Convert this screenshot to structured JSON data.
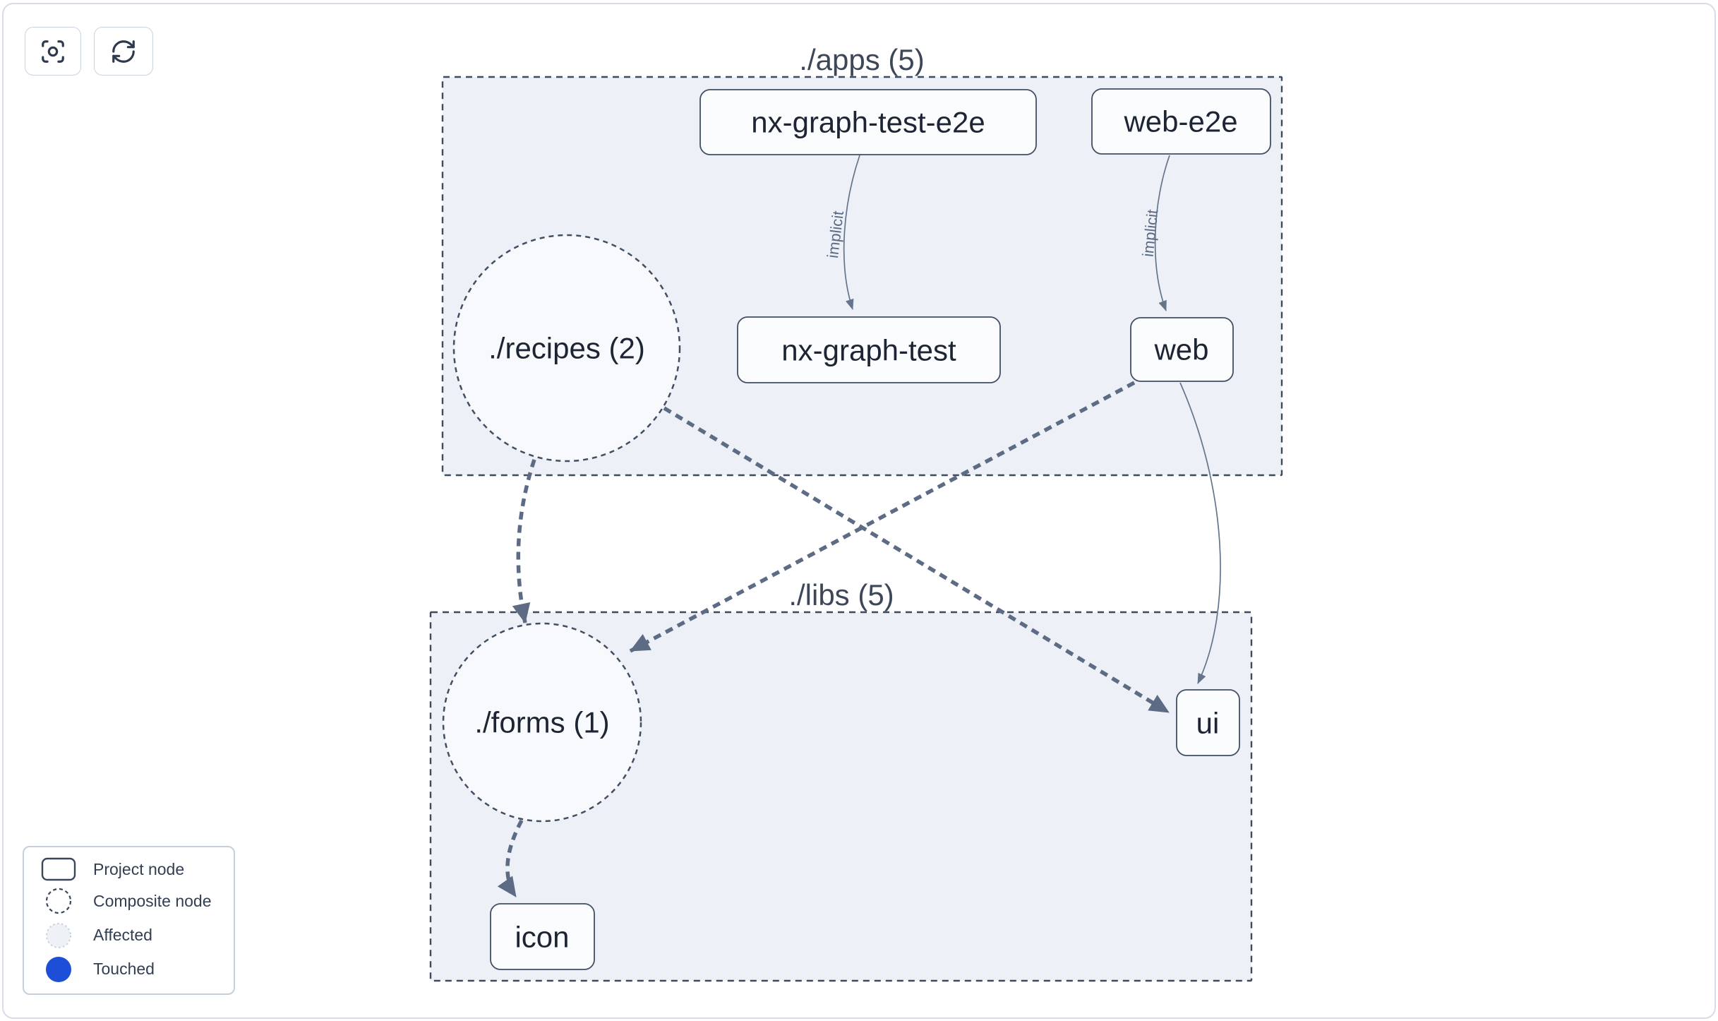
{
  "toolbar": {
    "focus_icon": "focus-icon",
    "refresh_icon": "refresh-icon"
  },
  "graph": {
    "groups": {
      "apps": {
        "label": "./apps (5)"
      },
      "libs": {
        "label": "./libs (5)"
      }
    },
    "nodes": {
      "nx_graph_test_e2e": {
        "label": "nx-graph-test-e2e",
        "type": "project"
      },
      "web_e2e": {
        "label": "web-e2e",
        "type": "project"
      },
      "recipes": {
        "label": "./recipes (2)",
        "type": "composite"
      },
      "nx_graph_test": {
        "label": "nx-graph-test",
        "type": "project"
      },
      "web": {
        "label": "web",
        "type": "project"
      },
      "forms": {
        "label": "./forms (1)",
        "type": "composite"
      },
      "ui": {
        "label": "ui",
        "type": "project"
      },
      "icon": {
        "label": "icon",
        "type": "project"
      }
    },
    "edge_labels": {
      "implicit": "implicit"
    }
  },
  "legend": {
    "items": [
      {
        "label": "Project node"
      },
      {
        "label": "Composite node"
      },
      {
        "label": "Affected"
      },
      {
        "label": "Touched"
      }
    ],
    "touched_color": "#1d4ed8",
    "affected_fill": "#eef1f6"
  },
  "colors": {
    "group_fill": "#edf1f7",
    "outline": "#3e4a5e",
    "edge": "#5d6c84",
    "node_fill": "#fafcfe",
    "node_text": "#1d2534"
  }
}
